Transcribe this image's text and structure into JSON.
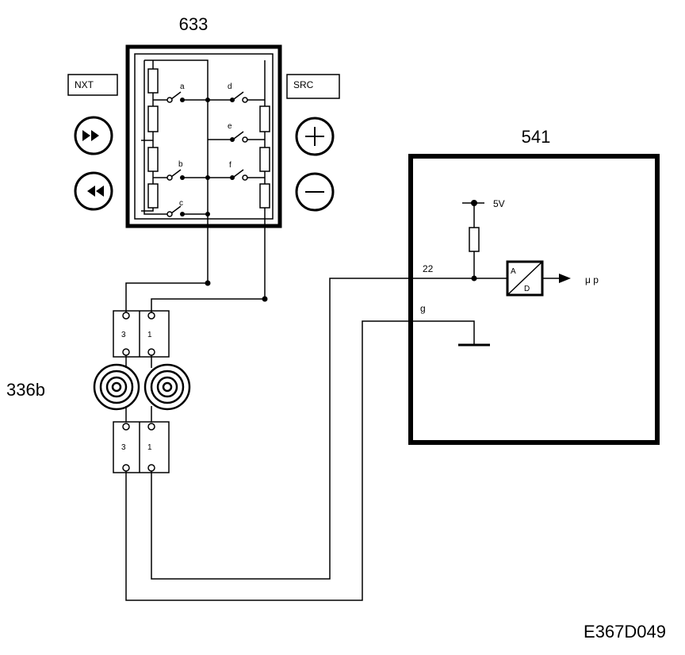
{
  "labels": {
    "unit_633": "633",
    "unit_541": "541",
    "unit_336b": "336b",
    "doc_code": "E367D049",
    "btn_nxt": "NXT",
    "btn_src": "SRC",
    "sw_a": "a",
    "sw_b": "b",
    "sw_c": "c",
    "sw_d": "d",
    "sw_e": "e",
    "sw_f": "f",
    "supply": "5V",
    "pin_22": "22",
    "pin_g": "g",
    "adc_a": "A",
    "adc_d": "D",
    "mu_p": "μ p",
    "pin_top_left": "3",
    "pin_top_right": "1",
    "pin_bot_left": "3",
    "pin_bot_right": "1"
  },
  "icons": {
    "next": "fast-forward-icon",
    "prev": "rewind-icon",
    "plus": "plus-icon",
    "minus": "minus-icon"
  }
}
